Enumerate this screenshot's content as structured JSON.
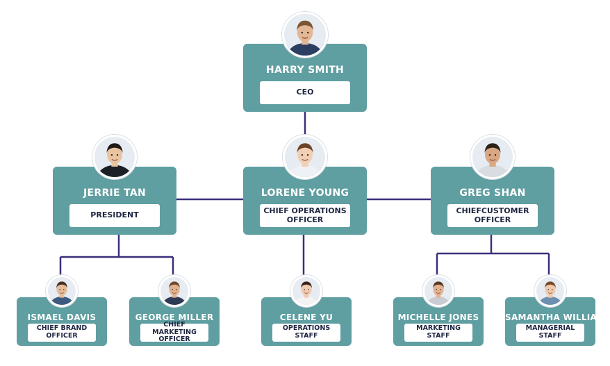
{
  "colors": {
    "node": "#5f9ea1",
    "connector": "#3b2f7a",
    "name_text": "#ffffff",
    "role_text": "#1e2540",
    "role_box": "#ffffff"
  },
  "people": [
    {
      "id": "harry",
      "name": "HARRY SMITH",
      "title": "CEO",
      "parent": null,
      "avatar": "avatar-man-beard-icon",
      "skin": "#e3b795",
      "hair": "#7a5532",
      "shirt": "#2c3e62"
    },
    {
      "id": "jerrie",
      "name": "JERRIE TAN",
      "title": "PRESIDENT",
      "parent": "harry",
      "avatar": "avatar-man-suit-icon",
      "skin": "#e8c4a0",
      "hair": "#1f1a17",
      "shirt": "#1c1f26"
    },
    {
      "id": "lorene",
      "name": "LORENE YOUNG",
      "title": "CHIEF OPERATIONS OFFICER",
      "parent": "harry",
      "avatar": "avatar-woman-smile-icon",
      "skin": "#f1cfb4",
      "hair": "#6b4426",
      "shirt": "#eef1f5"
    },
    {
      "id": "greg",
      "name": "GREG SHAN",
      "title": "CHIEFCUSTOMER OFFICER",
      "parent": "harry",
      "avatar": "avatar-man-smile-icon",
      "skin": "#d9a784",
      "hair": "#2a211b",
      "shirt": "#d9dde2"
    },
    {
      "id": "ismael",
      "name": "ISMAEL DAVIS",
      "title": "CHIEF BRAND OFFICER",
      "parent": "jerrie",
      "avatar": "avatar-man-glasses-icon",
      "skin": "#e5bd9b",
      "hair": "#4a3320",
      "shirt": "#3d5a80"
    },
    {
      "id": "george",
      "name": "GEORGE MILLER",
      "title": "CHIEF MARKETING OFFICER",
      "parent": "jerrie",
      "avatar": "avatar-man-beard-icon",
      "skin": "#dfb28f",
      "hair": "#6f4a2c",
      "shirt": "#2f3b55"
    },
    {
      "id": "celene",
      "name": "CELENE YU",
      "title": "OPERATIONS STAFF",
      "parent": "lorene",
      "avatar": "avatar-woman-headset-icon",
      "skin": "#f0cbb0",
      "hair": "#3a2418",
      "shirt": "#f3f3f3"
    },
    {
      "id": "michelle",
      "name": "MICHELLE JONES",
      "title": "MARKETING STAFF",
      "parent": "greg",
      "avatar": "avatar-woman-hardhat-icon",
      "skin": "#e2b291",
      "hair": "#5a3a24",
      "shirt": "#c9ccd2"
    },
    {
      "id": "samantha",
      "name": "SAMANTHA WILLIAMS",
      "title": "MANAGERIAL STAFF",
      "parent": "greg",
      "avatar": "avatar-woman-portrait-icon",
      "skin": "#f0c9ad",
      "hair": "#7a4a2a",
      "shirt": "#6d8fb0"
    }
  ]
}
